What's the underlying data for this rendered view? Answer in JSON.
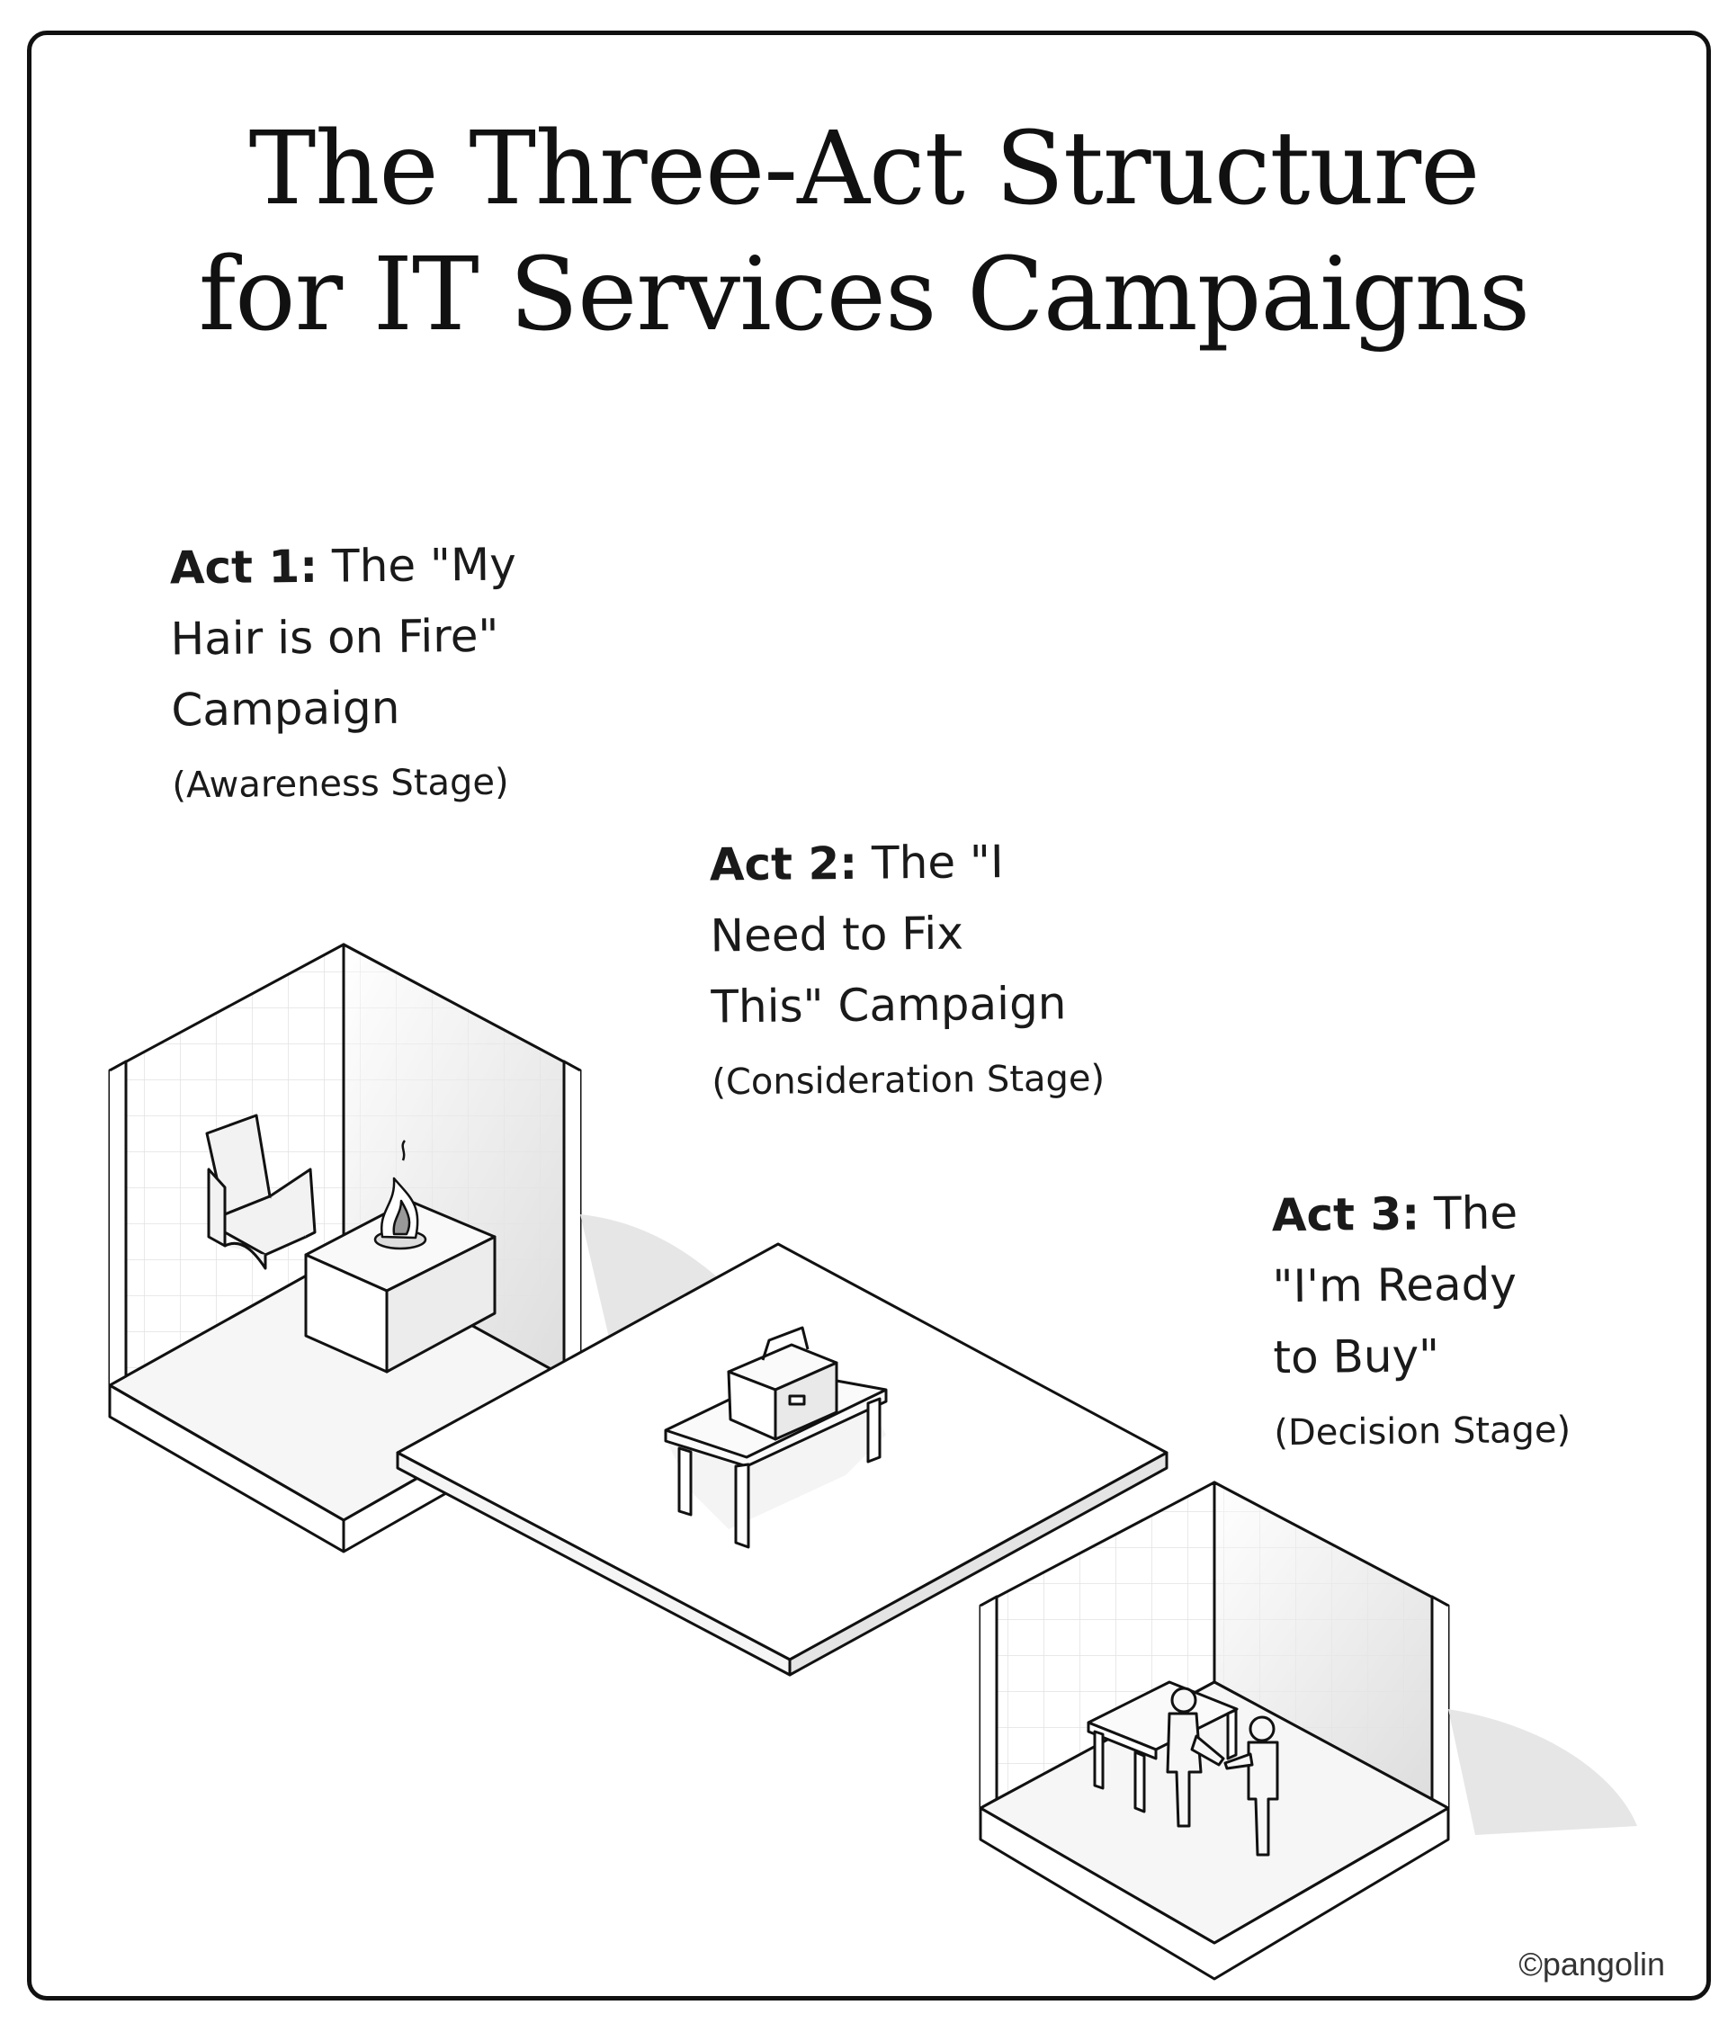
{
  "title": {
    "line1": "The Three-Act Structure",
    "line2": "for IT Services Campaigns"
  },
  "acts": [
    {
      "label": "Act 1:",
      "line1_rest": "The \"My",
      "line2": "Hair is on Fire\"",
      "line3": "Campaign",
      "stage": "(Awareness Stage)"
    },
    {
      "label": "Act 2:",
      "line1_rest": "The \"I",
      "line2": "Need to Fix",
      "line3": "This\" Campaign",
      "stage": "(Consideration Stage)"
    },
    {
      "label": "Act 3:",
      "line1_rest": "The",
      "line2": "\"I'm Ready",
      "line3": "to Buy\"",
      "stage": "(Decision Stage)"
    }
  ],
  "copyright": "©pangolin",
  "colors": {
    "ink": "#111111",
    "wall": "#f4f4f4",
    "shadow": "#d9d9d9",
    "flame": "#999999"
  },
  "icons": [
    "armchair-icon",
    "desk-icon",
    "fire-icon",
    "table-icon",
    "toolbox-icon",
    "people-handshake-icon"
  ]
}
